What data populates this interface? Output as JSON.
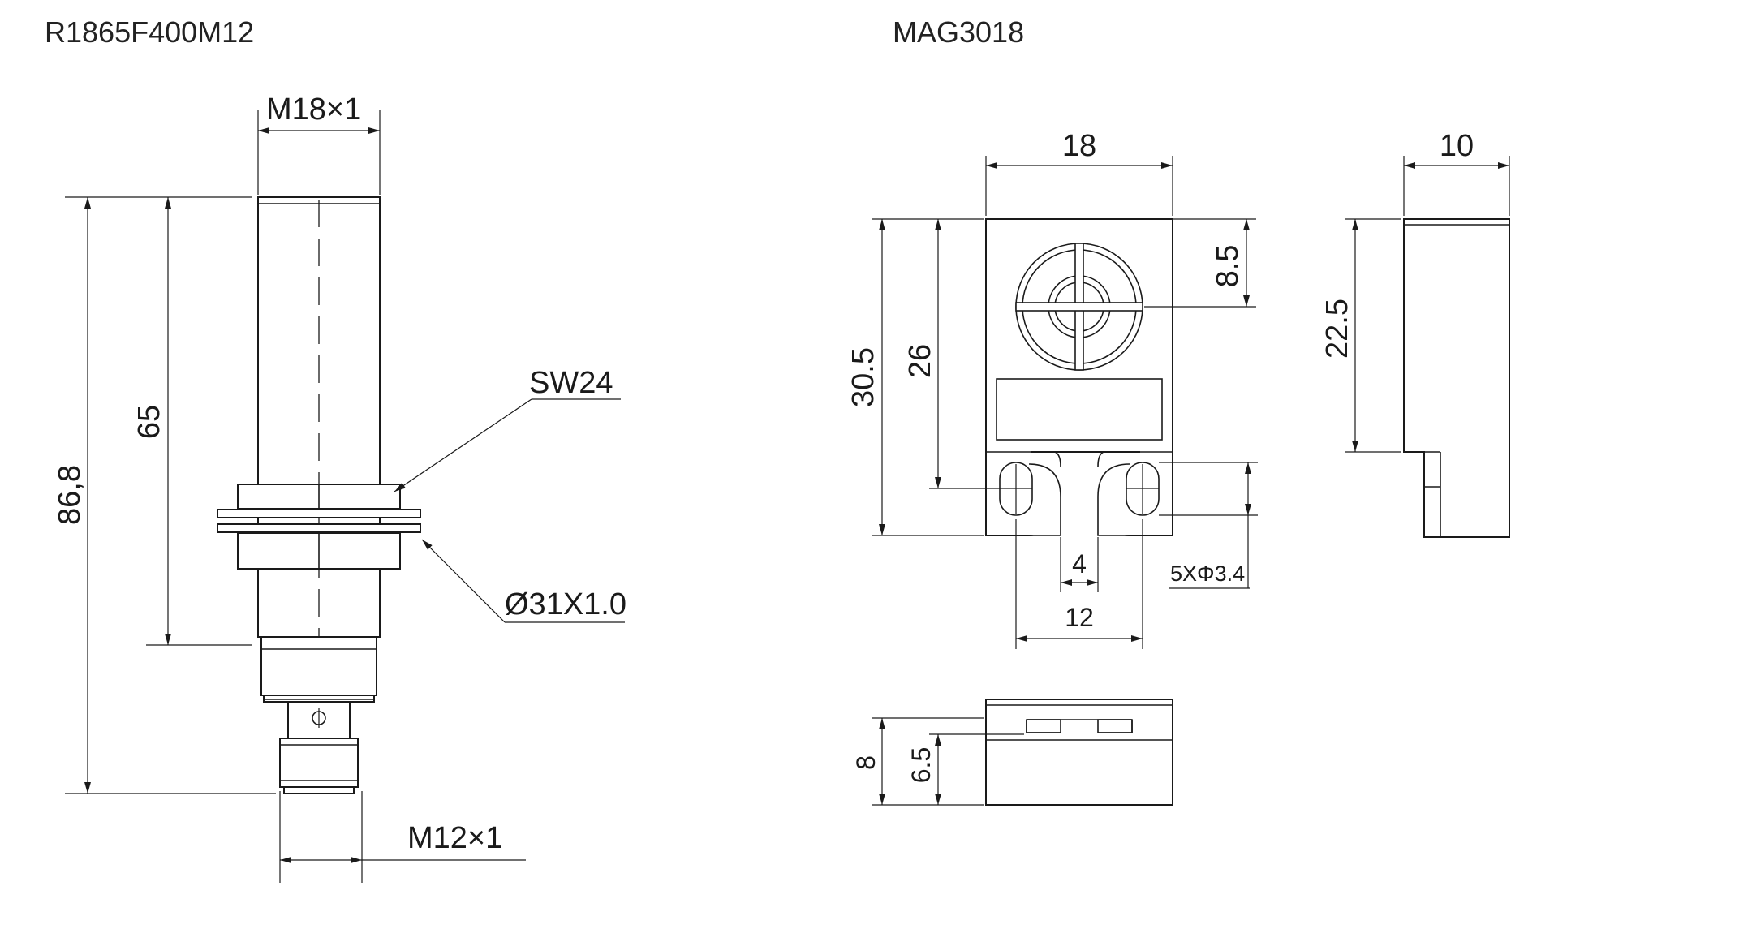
{
  "titles": {
    "left": "R1865F400M12",
    "right": "MAG3018"
  },
  "left_sensor": {
    "dim_thread_top": "M18×1",
    "dim_total_length": "86,8",
    "dim_body_length": "65",
    "label_wrench": "SW24",
    "label_washer": "Ø31X1.0",
    "dim_connector_thread": "M12×1"
  },
  "mag_front": {
    "dim_width": "18",
    "dim_height_total": "30.5",
    "dim_height_body": "26",
    "dim_center_offset": "8.5",
    "dim_slot_gap": "4",
    "dim_hole_pitch": "12",
    "label_holes": "5XΦ3.4"
  },
  "mag_side": {
    "dim_depth": "10",
    "dim_height": "22.5"
  },
  "mag_bottom": {
    "dim_total": "8",
    "dim_inner": "6.5"
  },
  "colors": {
    "line": "#1a1a1a",
    "background": "#ffffff"
  }
}
